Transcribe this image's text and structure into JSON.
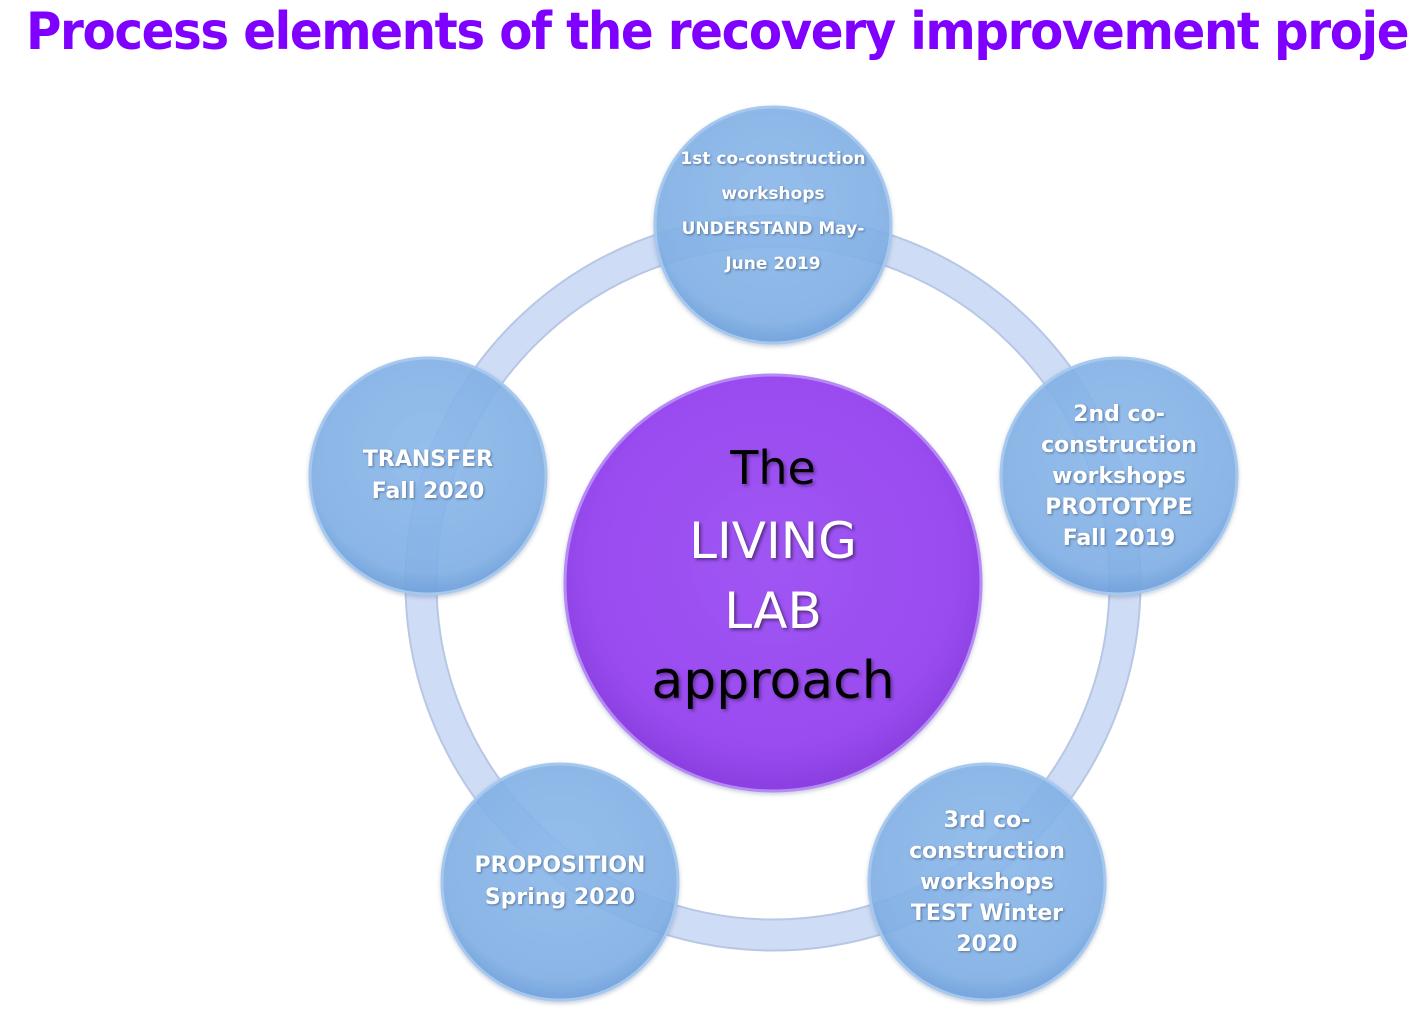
{
  "title": "Process elements of the recovery improvement project",
  "colors": {
    "title": "#7f00ff",
    "center_fill": "#9b4ff0",
    "satellite_fill": "#8ab8e9",
    "ring_fill": "#cfdcf6"
  },
  "center": {
    "line1": "The",
    "line2": "LIVING",
    "line3": "LAB",
    "line4": "approach"
  },
  "nodes": [
    {
      "id": "understand",
      "lines": [
        "1st co-construction",
        "workshops",
        "UNDERSTAND May-",
        "June 2019"
      ]
    },
    {
      "id": "prototype",
      "lines": [
        "2nd co-",
        "construction",
        "workshops",
        "PROTOTYPE",
        "Fall 2019"
      ]
    },
    {
      "id": "test",
      "lines": [
        "3rd co-",
        "construction",
        "workshops",
        "TEST Winter",
        "2020"
      ]
    },
    {
      "id": "proposition",
      "lines": [
        "PROPOSITION",
        "Spring 2020"
      ]
    },
    {
      "id": "transfer",
      "lines": [
        "TRANSFER",
        "Fall 2020"
      ]
    }
  ]
}
